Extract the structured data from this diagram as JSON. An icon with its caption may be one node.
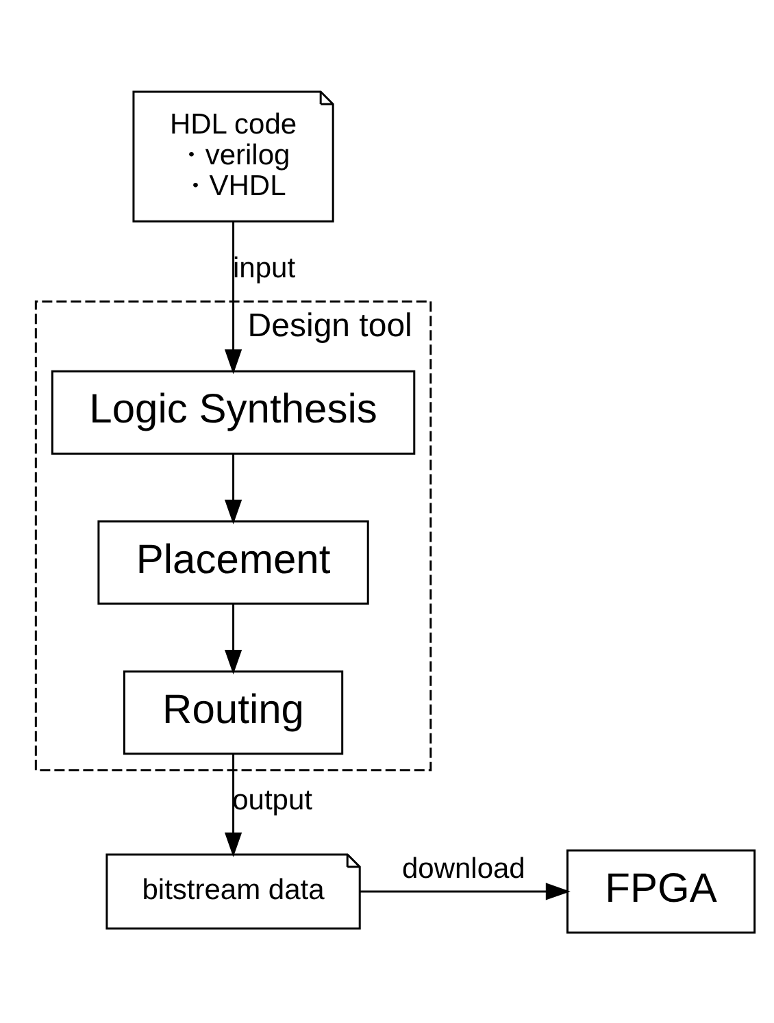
{
  "diagram": {
    "nodes": [
      {
        "text": [
          "HDL code",
          "・verilog",
          "・VHDL"
        ]
      },
      {
        "text": [
          "Design tool"
        ]
      },
      {
        "text": [
          "Logic Synthesis"
        ],
        "in": 1
      },
      {
        "text": [
          "Placement"
        ],
        "in": 1
      },
      {
        "text": [
          "Routing"
        ],
        "in": 1
      },
      {
        "text": [
          "bitstream data"
        ]
      },
      {
        "text": [
          "FPGA"
        ]
      }
    ],
    "edges": [
      {
        "from": 0,
        "to": 2,
        "arrow": "to",
        "label": "input"
      },
      {
        "from": 2,
        "to": 3,
        "arrow": "to"
      },
      {
        "from": 3,
        "to": 4,
        "arrow": "to"
      },
      {
        "from": 4,
        "to": 5,
        "arrow": "to",
        "label": "output"
      },
      {
        "from": 5,
        "to": 6,
        "arrow": "to",
        "label": "download"
      }
    ]
  }
}
